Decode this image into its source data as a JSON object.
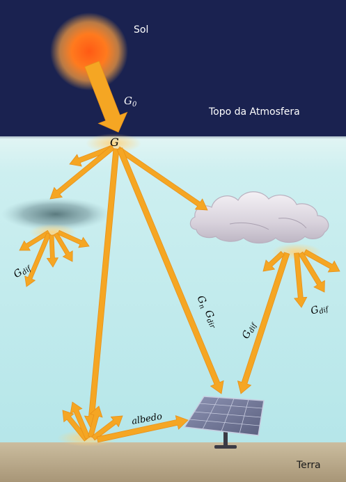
{
  "labels": {
    "sun": "Sol",
    "top_atmosphere": "Topo da Atmosfera",
    "g0_base": "G",
    "g0_sub": "0",
    "g": "G",
    "gdif_left_base": "G",
    "gdif_left_sub": "dif",
    "gn_base": "G",
    "gn_sub": "n",
    "gdir_base": "G",
    "gdir_sub": "dir",
    "gdif_mid_base": "G",
    "gdif_mid_sub": "dif",
    "gdif_right_base": "G",
    "gdif_right_sub": "dif",
    "albedo": "albedo",
    "earth": "Terra"
  },
  "colors": {
    "space": "#1a2250",
    "atmosphere_top": "#e6f6f5",
    "atmosphere_bottom": "#b8e8ea",
    "ground": "#b9a98d",
    "arrow": "#f5a623",
    "sun_core": "#ff6a1a",
    "cloud": "#d9d3dc",
    "haze": "#6f8f95",
    "panel": "#6a6f8e"
  }
}
